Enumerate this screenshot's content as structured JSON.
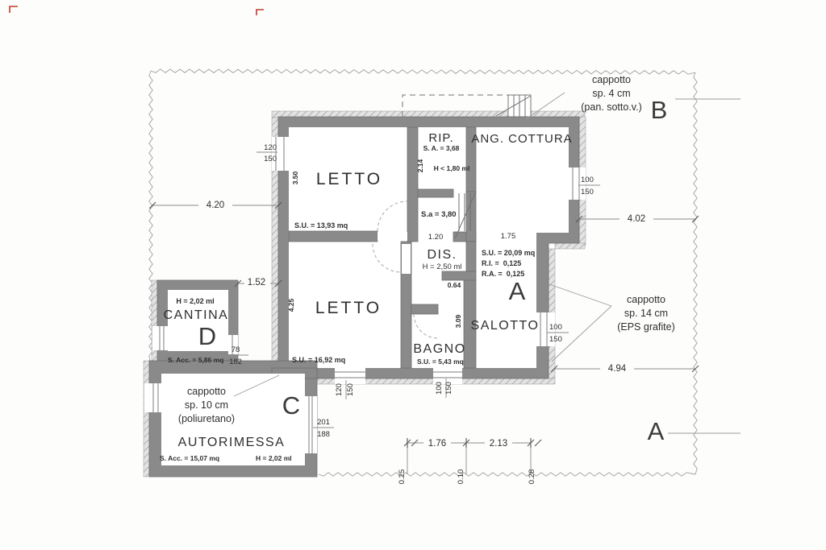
{
  "colors": {
    "wall": "#8a8a8a",
    "wall_edge": "#6f6f6f",
    "hatch_bg": "#e3e3e3",
    "hatch_line": "#9a9a9a",
    "dim_line": "#8c8c8c",
    "text": "#2e2e2e",
    "big_letter": "#3a3a3a",
    "boundary": "#9f9f9f",
    "crop_mark": "#c0392b"
  },
  "rooms": {
    "letto1": {
      "label": "LETTO",
      "area": "S.U. = 13,93 mq",
      "depth": "3.50"
    },
    "letto2": {
      "label": "LETTO",
      "area": "S.U. = 16,92 mq",
      "depth": "4.25"
    },
    "rip": {
      "label": "RIP.",
      "area": "S. A. = 3,68",
      "height": "H < 1,80 ml",
      "depth": "2.14"
    },
    "ang_cottura": {
      "label": "ANG. COTTURA"
    },
    "dis": {
      "label": "DIS.",
      "height": "H = 2,50 ml"
    },
    "salotto": {
      "label": "SALOTTO"
    },
    "bagno": {
      "label": "BAGNO",
      "area": "S.U. = 5,43 mq",
      "depth": "3.09"
    },
    "cantina": {
      "label": "CANTINA",
      "height": "H = 2,02 ml",
      "area": "S. Acc. = 5,86 mq",
      "unit": "D"
    },
    "autorimessa": {
      "label": "AUTORIMESSA",
      "area": "S. Acc. = 15,07 mq",
      "height": "H = 2,02 ml",
      "unit": "C"
    }
  },
  "unit_a": {
    "letter": "A",
    "su": "S.U. = 20,09 mq",
    "ri": "R.I. =  0,125",
    "ra": "R.A. =  0,125",
    "stair": "S.a = 3,80"
  },
  "sections": {
    "a": "A",
    "b": "B"
  },
  "insulation": {
    "top": {
      "l1": "cappotto",
      "l2": "sp. 4 cm",
      "l3": "(pan. sotto.v.)"
    },
    "right": {
      "l1": "cappotto",
      "l2": "sp. 14 cm",
      "l3": "(EPS grafite)"
    },
    "garage": {
      "l1": "cappotto",
      "l2": "sp. 10 cm",
      "l3": "(poliuretano)"
    }
  },
  "dims": {
    "d420": "4.20",
    "d152": "1.52",
    "d402": "4.02",
    "d494": "4.94",
    "d176": "1.76",
    "d213": "2.13",
    "d025": "0.25",
    "d010": "0.10",
    "d028": "0.28",
    "d120": "1.20",
    "d175": "1.75",
    "d064": "0.64"
  },
  "openings": {
    "win_letto1": {
      "w": "120",
      "h": "150"
    },
    "win_cottura": {
      "w": "100",
      "h": "150"
    },
    "win_salotto": {
      "w": "100",
      "h": "150"
    },
    "win_letto2": {
      "w": "120",
      "h": "150"
    },
    "win_bagno": {
      "w": "100",
      "h": "150"
    },
    "door_cantina": {
      "w": "78",
      "h": "182"
    },
    "door_garage": {
      "w": "201",
      "h": "188"
    }
  }
}
